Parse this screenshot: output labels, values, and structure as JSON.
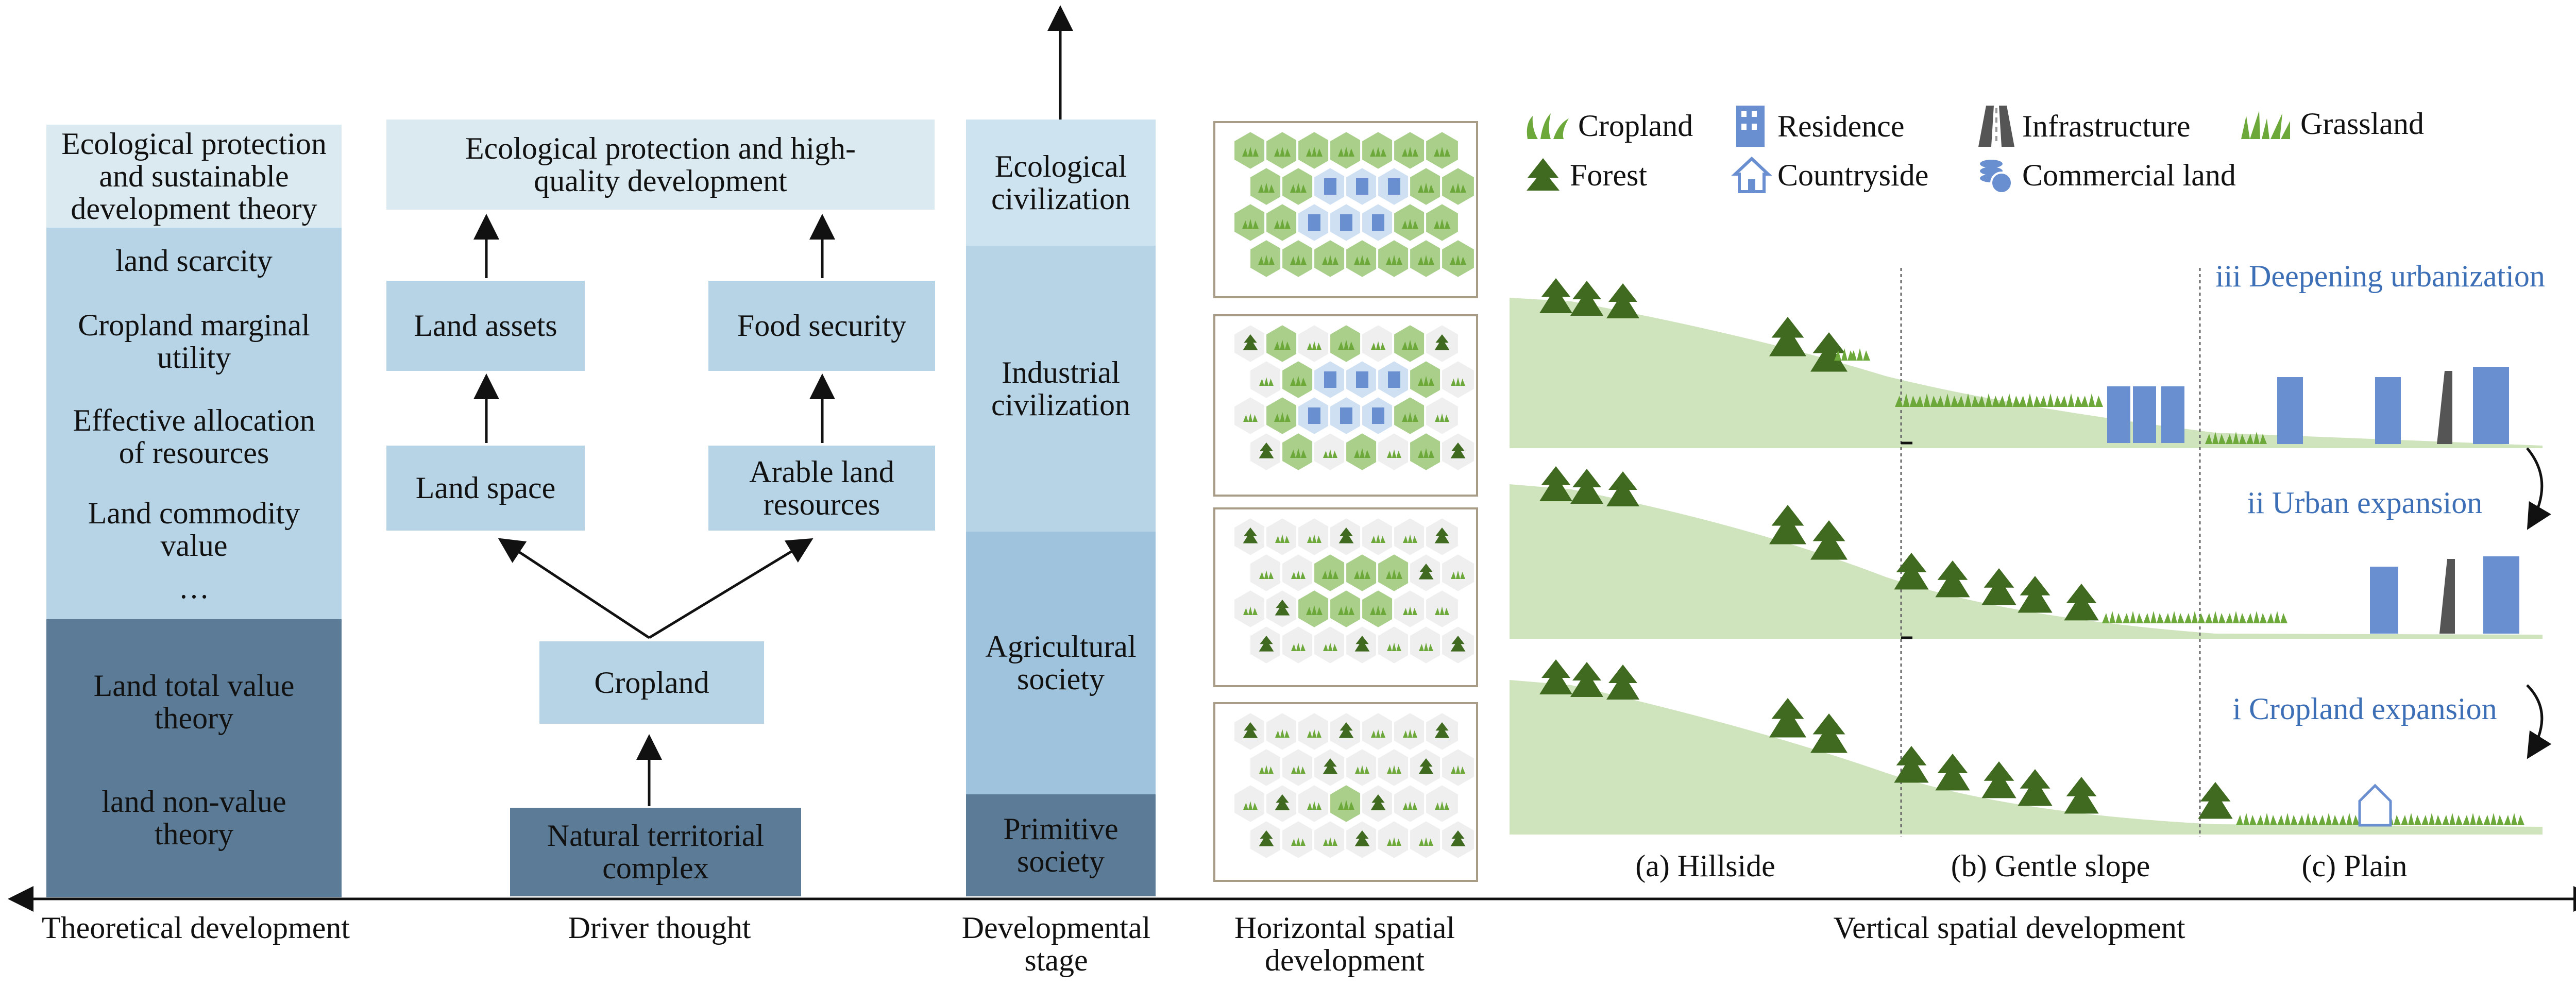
{
  "theory": {
    "top": "Ecological protection and sustainable development theory",
    "mid": [
      "land scarcity",
      "Cropland marginal utility",
      "Effective allocation of resources",
      "Land commodity value",
      "…"
    ],
    "bottom": [
      "Land total value theory",
      "land non-value theory"
    ]
  },
  "driver": {
    "goal": "Ecological protection and high-quality development",
    "land_assets": "Land assets",
    "food_security": "Food security",
    "land_space": "Land space",
    "arable": "Arable land resources",
    "cropland": "Cropland",
    "natural": "Natural territorial complex"
  },
  "stages": [
    "Ecological civilization",
    "Industrial civilization",
    "Agricultural society",
    "Primitive society"
  ],
  "legend": {
    "cropland": "Cropland",
    "residence": "Residence",
    "infrastructure": "Infrastructure",
    "grassland": "Grassland",
    "forest": "Forest",
    "countryside": "Countryside",
    "commercial": "Commercial land"
  },
  "vertical": {
    "iii": "iii Deepening urbanization",
    "ii": "ii Urban expansion",
    "i": "i Cropland expansion",
    "a": "(a) Hillside",
    "b": "(b) Gentle slope",
    "c": "(c) Plain"
  },
  "axis": {
    "theoretical": "Theoretical development",
    "driver": "Driver thought",
    "stage": "Developmental stage",
    "horizontal": "Horizontal spatial development",
    "vertical": "Vertical spatial development"
  },
  "colors": {
    "light": "#dbeaf1",
    "mid": "#b7d4e6",
    "dark": "#5b7b96",
    "tree": "#3f6a1f",
    "grass": "#6da83a",
    "ground": "#cfe3bd",
    "building": "#6a8fd1"
  }
}
